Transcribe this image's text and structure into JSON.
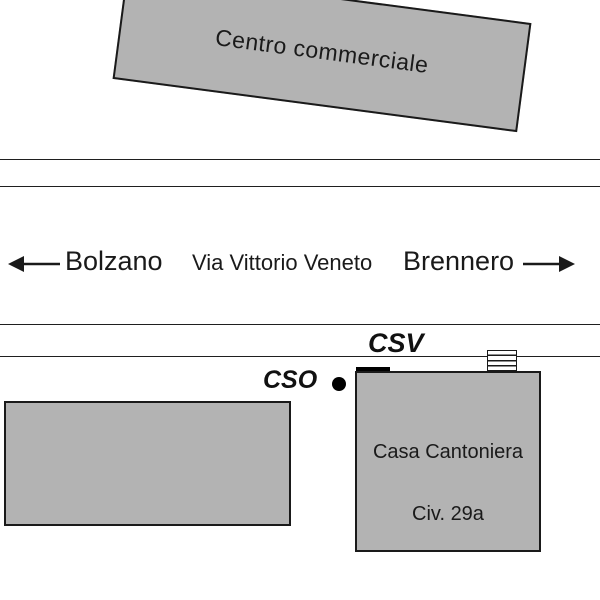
{
  "map": {
    "title_block": {
      "label": "Centro commerciale"
    },
    "road": {
      "direction_left": {
        "label": "Bolzano",
        "arrow_icon": "arrow-left",
        "arrow_glyph": "◄—"
      },
      "street_name": {
        "label": "Via Vittorio Veneto"
      },
      "direction_right": {
        "label": "Brennero",
        "arrow_icon": "arrow-right",
        "arrow_glyph": "—►"
      }
    },
    "markers": {
      "csv": {
        "label": "CSV"
      },
      "cso": {
        "label": "CSO"
      }
    },
    "buildings": {
      "casa_cantoniera": {
        "name": "Casa Cantoniera",
        "civic_number": "Civ. 29a"
      }
    },
    "colors": {
      "building_fill": "#b3b3b3",
      "line_color": "#1f1f1f",
      "marker_color": "#000000",
      "background": "#ffffff"
    }
  }
}
